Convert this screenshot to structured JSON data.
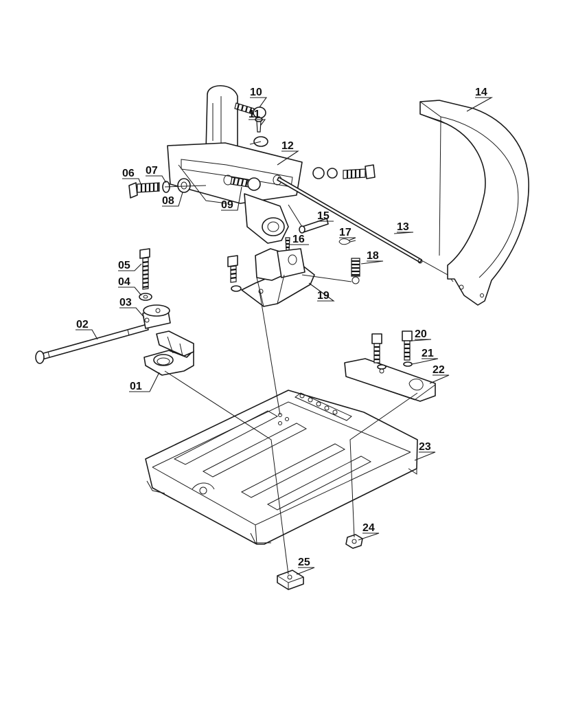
{
  "diagram": {
    "type": "exploded-parts-drawing",
    "line_color": "#1a1a1a",
    "background": "#ffffff",
    "part_numbers": [
      "01",
      "02",
      "03",
      "04",
      "05",
      "06",
      "07",
      "08",
      "09",
      "10",
      "11",
      "12",
      "13",
      "14",
      "15",
      "16",
      "17",
      "18",
      "19",
      "20",
      "21",
      "22",
      "23",
      "24",
      "25"
    ]
  }
}
